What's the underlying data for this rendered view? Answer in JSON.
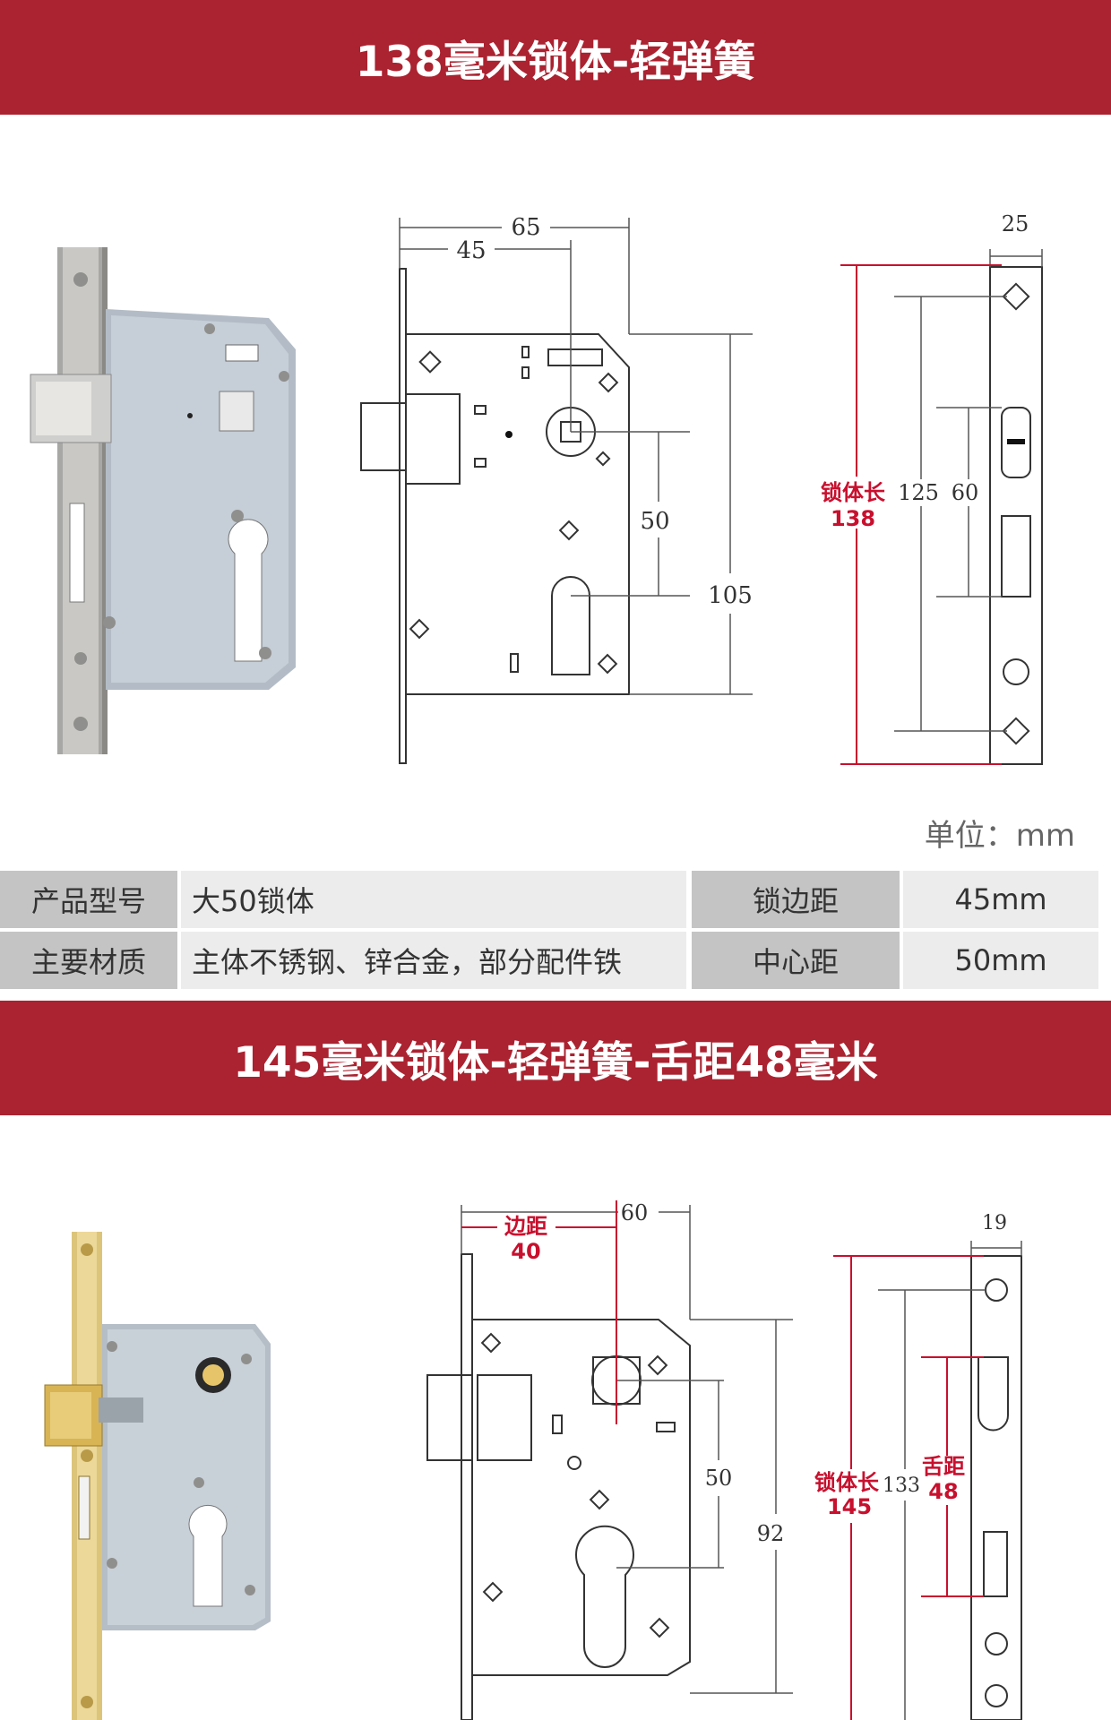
{
  "section1": {
    "title": "138毫米锁体-轻弹簧",
    "dims": {
      "top_outer": "65",
      "top_inner": "45",
      "center": "50",
      "height": "105",
      "thickness": "25",
      "body_len_label": "锁体长",
      "body_len_value": "138",
      "screw_spacing": "125",
      "slot": "60"
    },
    "unit": "单位：mm",
    "specs": {
      "row1": {
        "label": "产品型号",
        "value": "大50锁体",
        "label2": "锁边距",
        "value2": "45mm"
      },
      "row2": {
        "label": "主要材质",
        "value": "主体不锈钢、锌合金，部分配件铁",
        "label2": "中心距",
        "value2": "50mm"
      }
    }
  },
  "section2": {
    "title": "145毫米锁体-轻弹簧-舌距48毫米",
    "dims": {
      "top_outer": "60",
      "backset_label": "边距",
      "backset_value": "40",
      "center": "50",
      "height": "92",
      "thickness": "19",
      "body_len_label": "锁体长",
      "body_len_value": "145",
      "screw_spacing": "133",
      "latch_label": "舌距",
      "latch_value": "48"
    }
  },
  "colors": {
    "banner": "#ab2230",
    "red_label": "#c8102e",
    "label_bg": "#c4c4c4",
    "value_bg": "#ececec"
  }
}
